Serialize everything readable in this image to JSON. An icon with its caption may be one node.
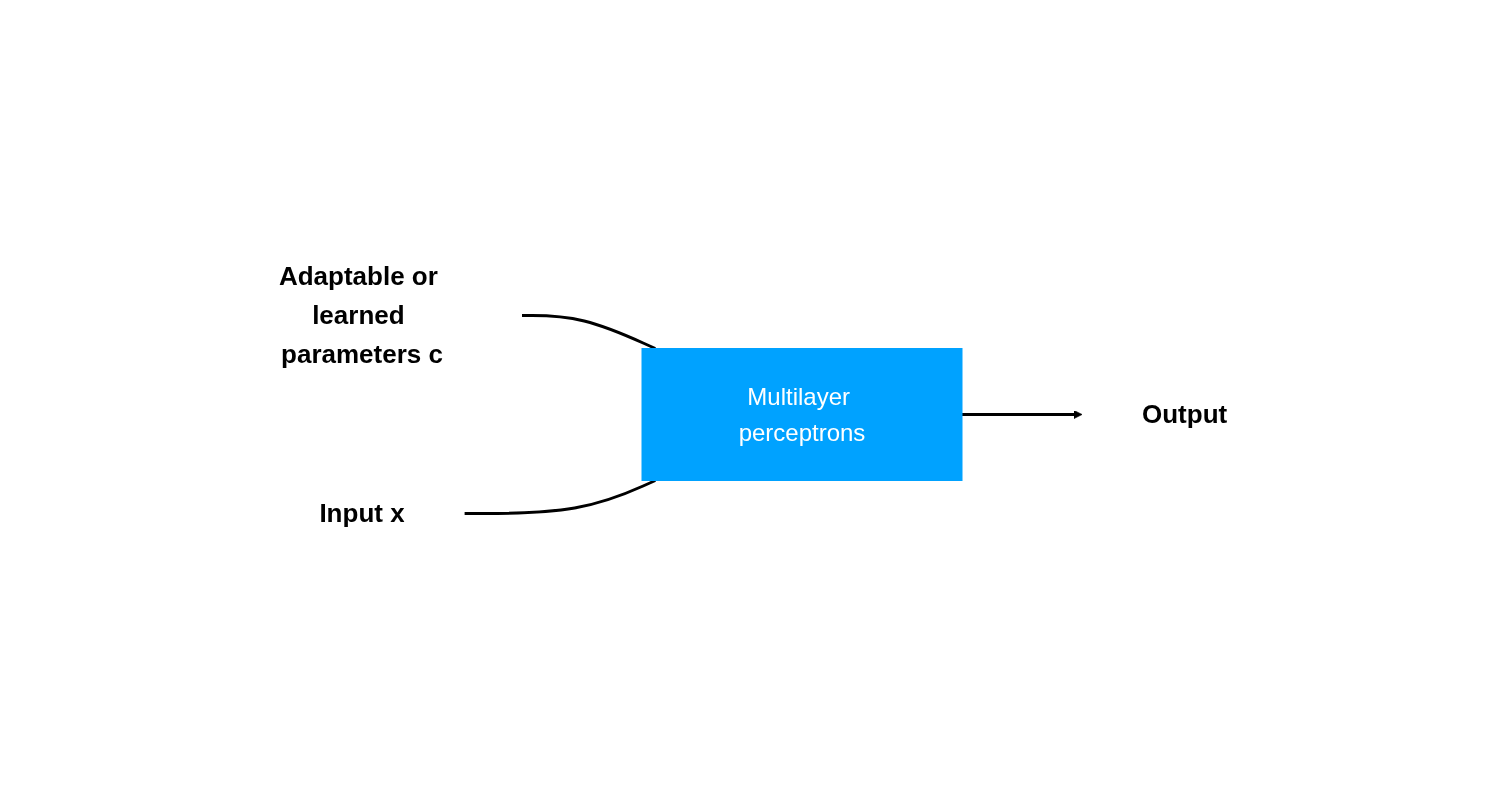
{
  "diagram": {
    "nodes": [
      {
        "text": [
          "Adaptable or learned parameters c"
        ]
      },
      {
        "text": [
          "Input x"
        ]
      },
      {
        "text": [
          "Multilayer perceptrons"
        ]
      },
      {
        "text": [
          "Output"
        ]
      }
    ],
    "edges": [
      {
        "from": 0,
        "to": 2,
        "arrow": "none"
      },
      {
        "from": 1,
        "to": 2,
        "arrow": "none"
      },
      {
        "from": 2,
        "to": 3,
        "arrow": "to"
      }
    ]
  }
}
